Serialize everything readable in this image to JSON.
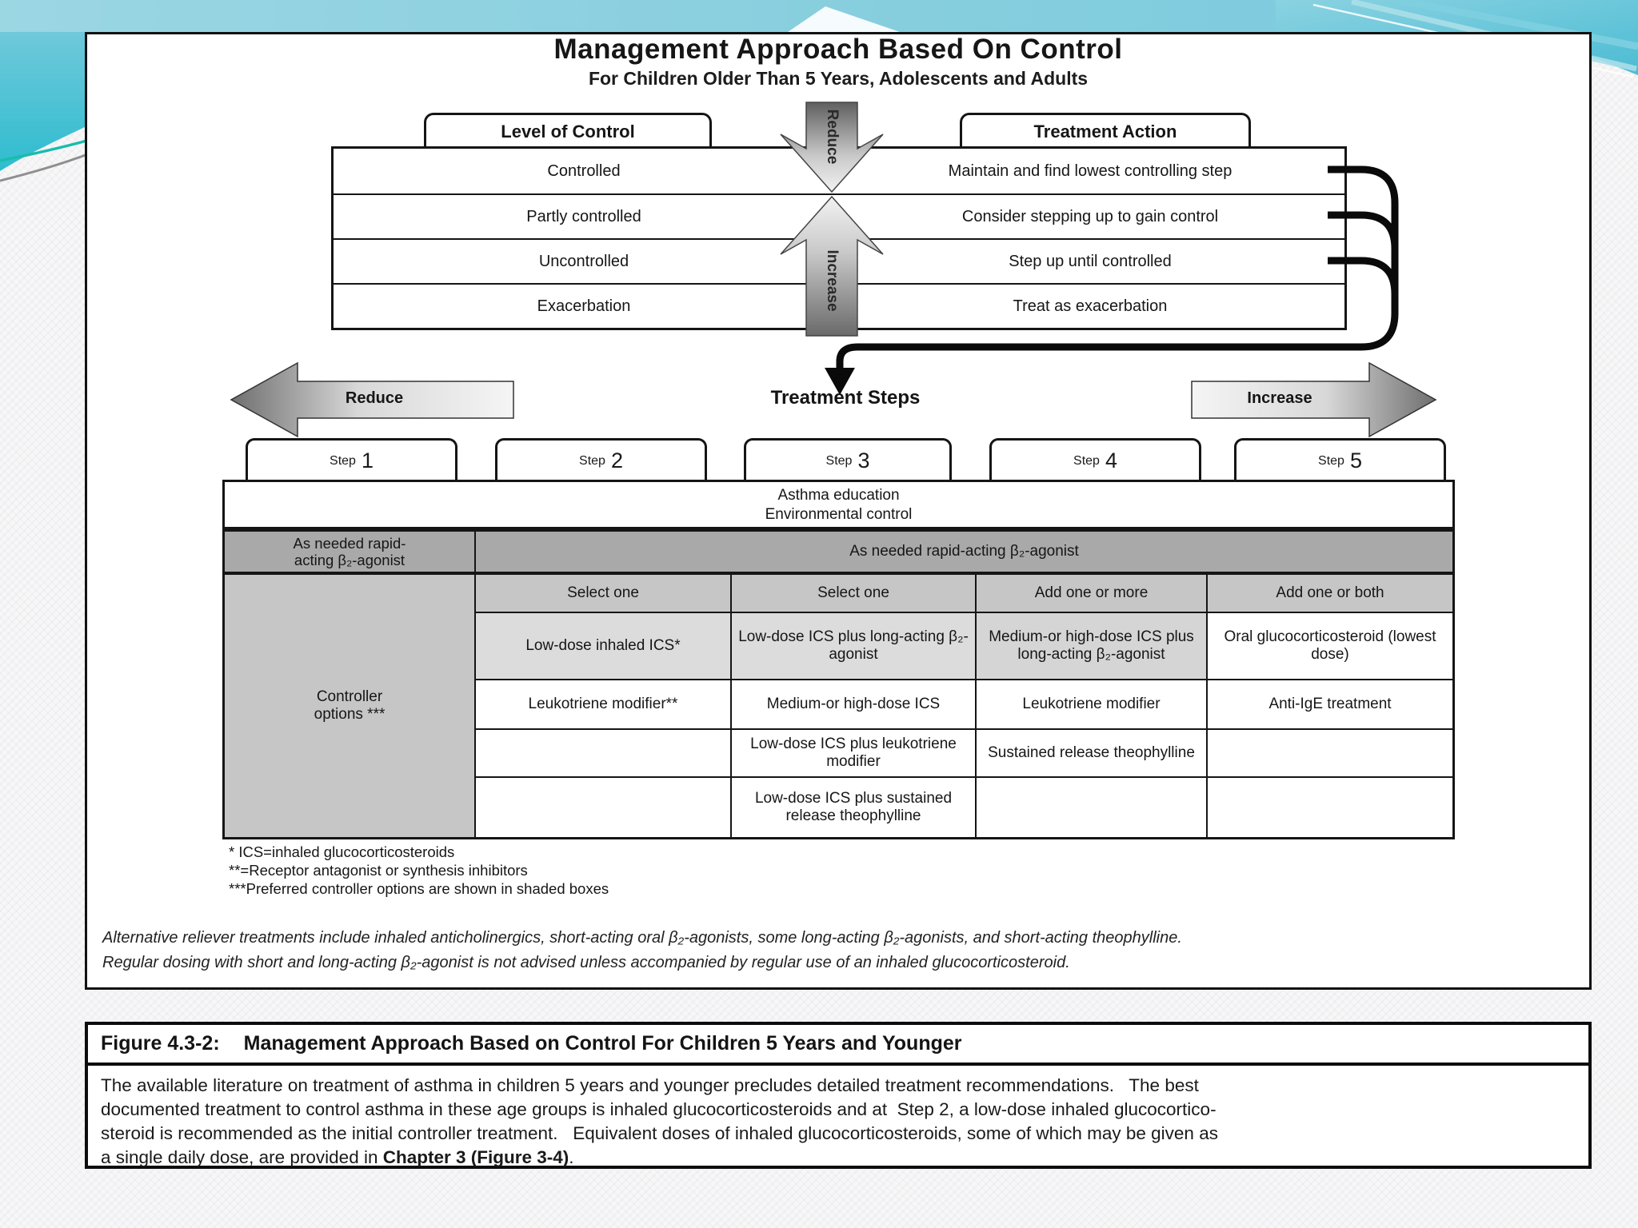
{
  "slide": {
    "title": "Management Approach Based On Control",
    "subtitle": "For Children Older Than 5 Years, Adolescents and Adults"
  },
  "control_section": {
    "left_header": "Level of Control",
    "right_header": "Treatment Action",
    "rows": [
      {
        "level": "Controlled",
        "action": "Maintain and find lowest controlling step"
      },
      {
        "level": "Partly controlled",
        "action": "Consider stepping up to gain control"
      },
      {
        "level": "Uncontrolled",
        "action": "Step up until controlled"
      },
      {
        "level": "Exacerbation",
        "action": "Treat as exacerbation"
      }
    ],
    "reduce_vertical_label": "Reduce",
    "increase_vertical_label": "Increase"
  },
  "steps_section": {
    "reduce_arrow_label": "Reduce",
    "title": "Treatment Steps",
    "increase_arrow_label": "Increase",
    "steps": [
      {
        "word": "Step",
        "num": "1"
      },
      {
        "word": "Step",
        "num": "2"
      },
      {
        "word": "Step",
        "num": "3"
      },
      {
        "word": "Step",
        "num": "4"
      },
      {
        "word": "Step",
        "num": "5"
      }
    ],
    "education_line1": "Asthma education",
    "education_line2": "Environmental control",
    "reliever_left": "As needed rapid-acting β₂-agonist",
    "reliever_main": "As needed rapid-acting β₂-agonist",
    "controller_label": "Controller options ***",
    "column_headers": [
      "Select one",
      "Select one",
      "Add one or more",
      "Add one or both"
    ],
    "options": {
      "step2": [
        "Low-dose inhaled ICS*",
        "Leukotriene modifier**"
      ],
      "step3": [
        "Low-dose ICS plus long-acting β₂-agonist",
        "Medium-or high-dose ICS",
        "Low-dose ICS plus leukotriene modifier",
        "Low-dose ICS plus sustained release theophylline"
      ],
      "step4": [
        "Medium-or high-dose ICS plus long-acting β₂-agonist",
        "Leukotriene modifier",
        "Sustained release theophylline"
      ],
      "step5": [
        "Oral glucocorticosteroid (lowest dose)",
        "Anti-IgE treatment"
      ]
    },
    "footnotes": [
      "* ICS=inhaled glucocorticosteroids",
      "**=Receptor antagonist or synthesis inhibitors",
      "***Preferred controller options are shown in shaded boxes"
    ]
  },
  "reliever_note": {
    "line1": "Alternative reliever treatments include inhaled anticholinergics, short-acting oral β₂-agonists, some long-acting β₂-agonists, and short-acting theophylline.",
    "line2": "Regular dosing with short and long-acting β₂-agonist is not advised unless accompanied by regular use of an inhaled glucocorticosteroid."
  },
  "figure_box": {
    "label": "Figure 4.3-2:",
    "title": "Management Approach Based on Control For Children 5 Years and Younger",
    "body_lines": [
      "The available literature on treatment of asthma in children 5 years and younger precludes detailed treatment recommendations.   The best",
      "documented treatment to control asthma in these age groups is inhaled glucocorticosteroids and at  Step 2, a low-dose inhaled glucocortico-",
      "steroid is recommended as the initial controller treatment.   Equivalent doses of inhaled glucocorticosteroids, some of which may be given as"
    ],
    "body_last_prefix": "a single daily dose, are provided in ",
    "body_last_bold": "Chapter 3 (Figure 3-4)",
    "body_last_tail": "."
  },
  "colors": {
    "band_teal": "#84cdde",
    "corner_teal": "#35c0d2",
    "gray_band": "#a9a9a9",
    "gray_header": "#c6c6c6",
    "shaded_cell": "#dcdcdc",
    "line_black": "#0a0a0a"
  }
}
